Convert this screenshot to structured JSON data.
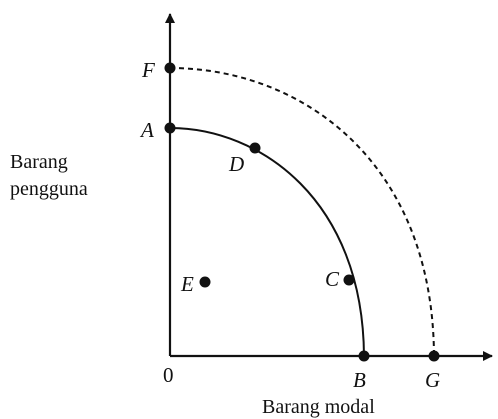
{
  "axis_labels": {
    "y_line1": "Barang",
    "y_line2": "pengguna",
    "x": "Barang modal",
    "origin": "0"
  },
  "points": {
    "F": "F",
    "A": "A",
    "D": "D",
    "E": "E",
    "C": "C",
    "B": "B",
    "G": "G"
  },
  "colors": {
    "ink": "#111111",
    "background": "#ffffff"
  }
}
